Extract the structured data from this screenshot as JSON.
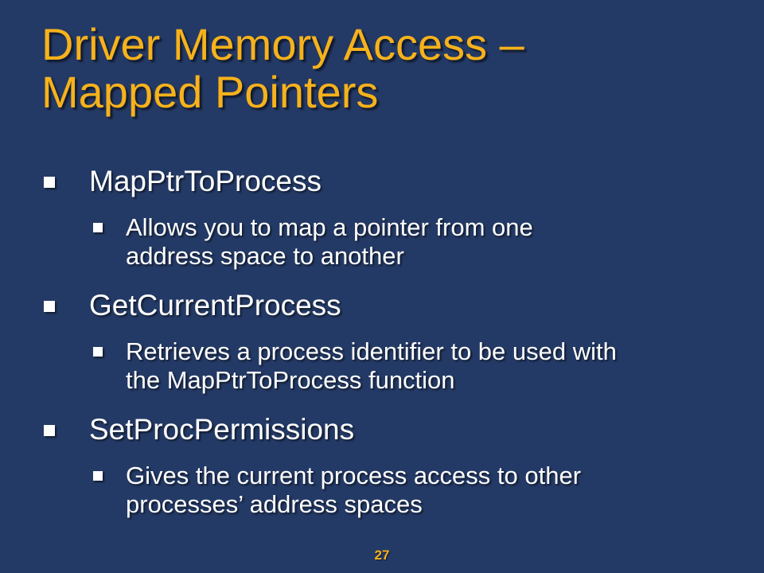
{
  "slide": {
    "title_line1": "Driver Memory Access –",
    "title_line2": "Mapped Pointers",
    "page_number": "27"
  },
  "bullets": [
    {
      "label": "MapPtrToProcess",
      "sub_line1": "Allows you to map a pointer from one",
      "sub_line2": "address space to another"
    },
    {
      "label": "GetCurrentProcess",
      "sub_line1": "Retrieves a process identifier to be used with",
      "sub_line2": "the MapPtrToProcess function"
    },
    {
      "label": "SetProcPermissions",
      "sub_line1": "Gives the current process access to other",
      "sub_line2": "processes’ address spaces"
    }
  ],
  "colors": {
    "background": "#243a66",
    "title": "#f7b21b",
    "body_text": "#ffffff"
  }
}
